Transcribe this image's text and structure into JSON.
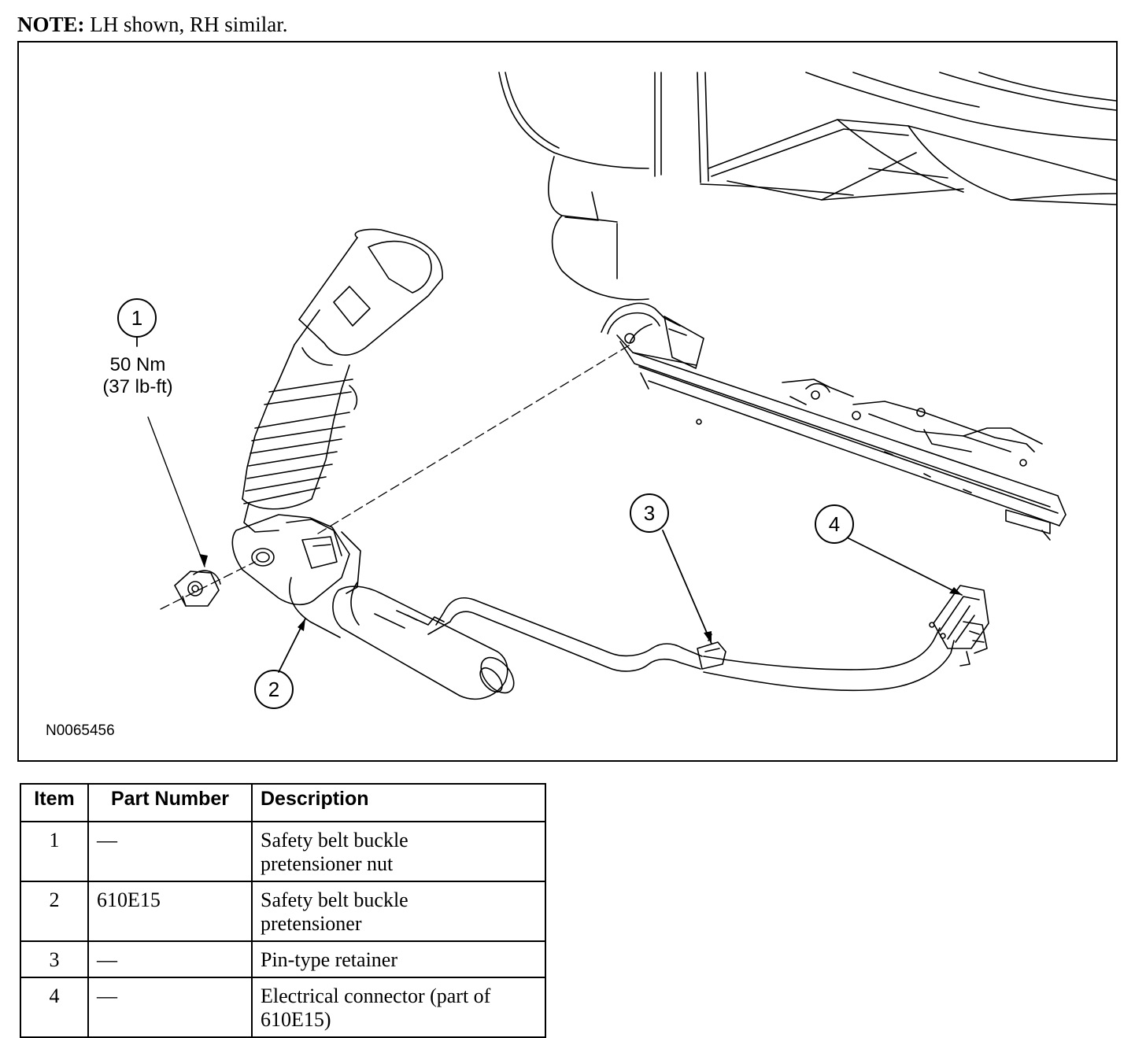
{
  "note": {
    "label": "NOTE:",
    "text": "LH shown, RH similar."
  },
  "figure": {
    "callouts": [
      {
        "number": "1",
        "torque_nm": "50 Nm",
        "torque_lbft": "(37 lb-ft)"
      },
      {
        "number": "2"
      },
      {
        "number": "3"
      },
      {
        "number": "4"
      }
    ],
    "figure_id": "N0065456"
  },
  "table": {
    "headers": [
      "Item",
      "Part Number",
      "Description"
    ],
    "rows": [
      {
        "item": "1",
        "part_number": "—",
        "description_lines": [
          "Safety belt buckle",
          "pretensioner nut"
        ]
      },
      {
        "item": "2",
        "part_number": "610E15",
        "description_lines": [
          "Safety belt buckle",
          "pretensioner"
        ]
      },
      {
        "item": "3",
        "part_number": "—",
        "description_lines": [
          "Pin-type retainer"
        ]
      },
      {
        "item": "4",
        "part_number": "—",
        "description_lines": [
          "Electrical connector (part of",
          "610E15)"
        ]
      }
    ]
  }
}
